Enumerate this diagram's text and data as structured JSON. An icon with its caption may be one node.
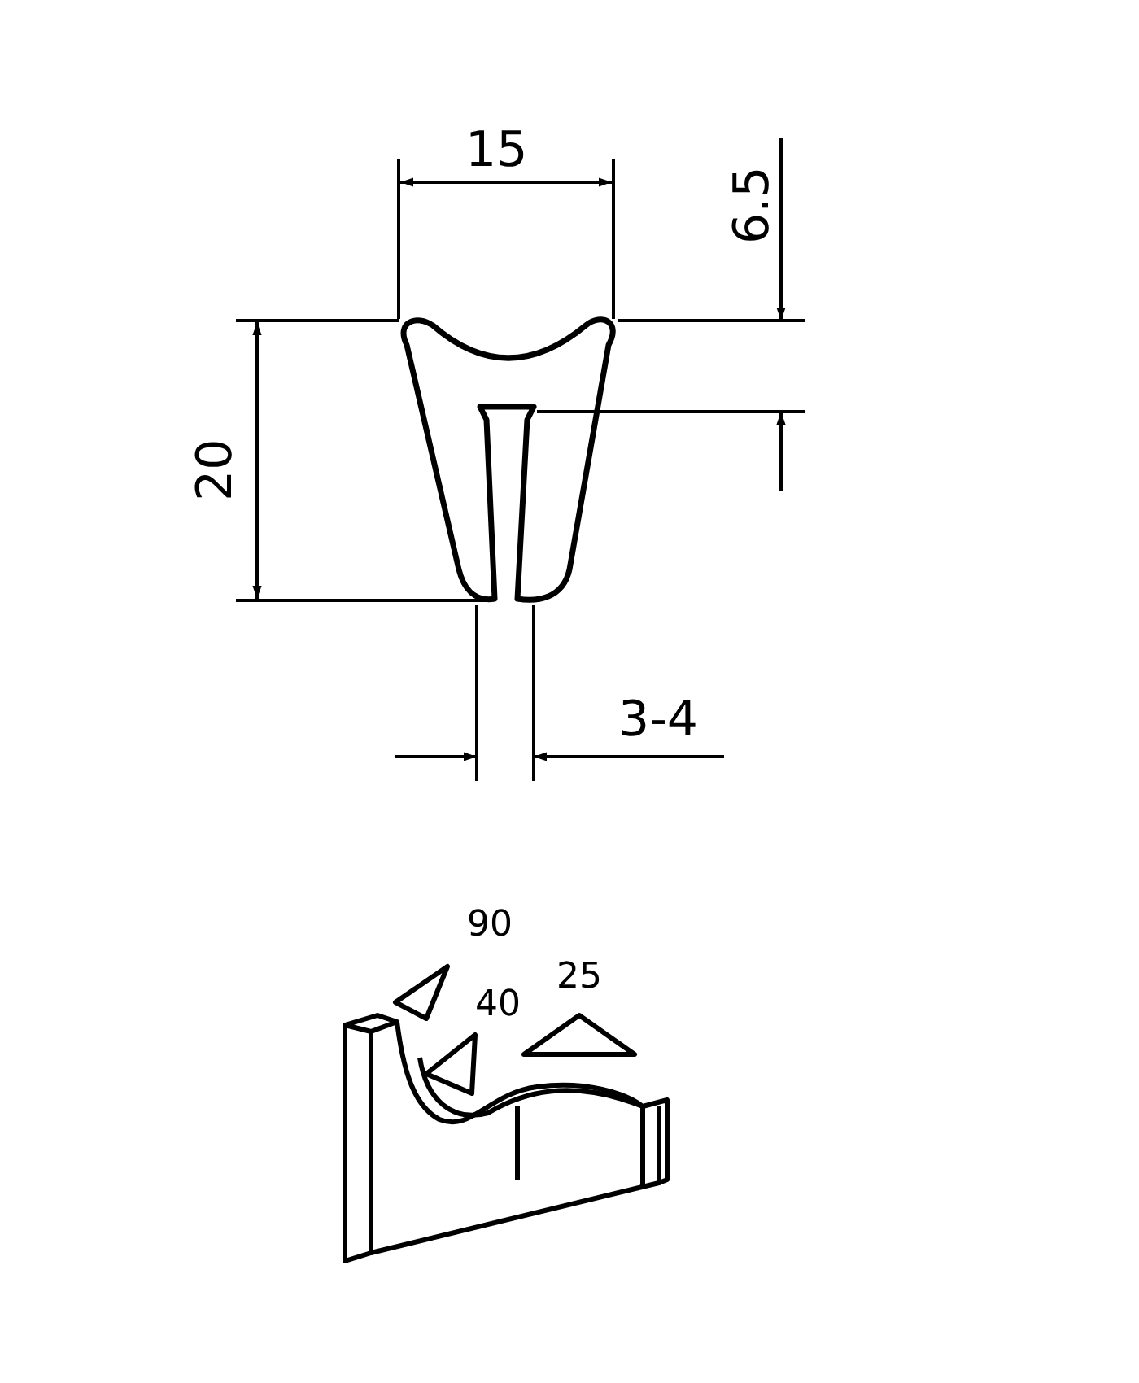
{
  "diagram": {
    "labels": [
      "15",
      "6.5",
      "20",
      "3-4",
      "90",
      "40",
      "25"
    ]
  }
}
